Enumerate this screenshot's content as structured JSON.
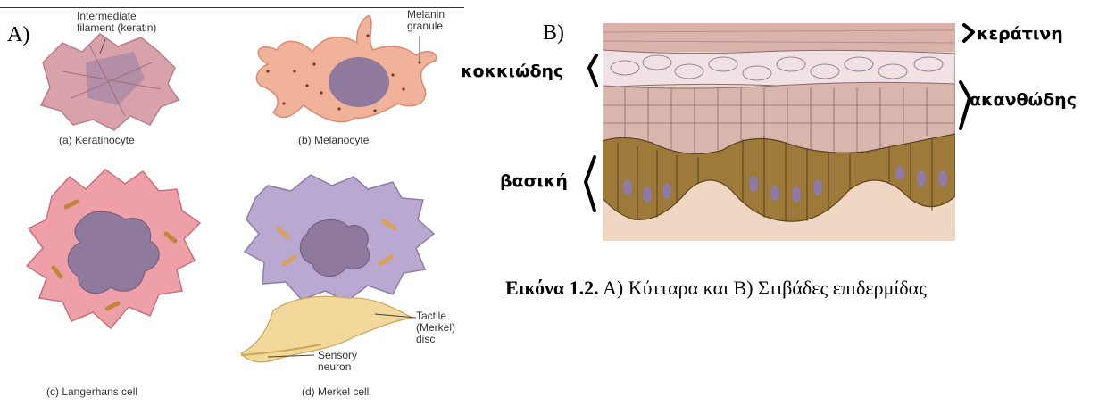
{
  "panel_a": {
    "letter": "A)",
    "annotations": {
      "intermediate_filament": "Intermediate filament (keratin)",
      "melanin_granule": "Melanin granule",
      "tactile_disc": "Tactile (Merkel) disc",
      "sensory_neuron": "Sensory neuron"
    },
    "cells": [
      {
        "label": "(a) Keratinocyte"
      },
      {
        "label": "(b) Melanocyte"
      },
      {
        "label": "(c) Langerhans cell"
      },
      {
        "label": "(d) Merkel cell"
      }
    ]
  },
  "panel_b": {
    "letter": "B)",
    "layers": {
      "keratin": "κεράτινη",
      "granular": "κοκκιώδης",
      "spinous": "ακανθώδης",
      "basal": "βασική"
    }
  },
  "caption": {
    "prefix": "Εικόνα 1.2.",
    "text": " Α) Κύτταρα και Β) Στιβάδες επιδερμίδας"
  },
  "colors": {
    "keratinocyte": "#d9a2ab",
    "melanocyte": "#f1b29a",
    "langerhans": "#ee9fa8",
    "merkel": "#b9a8d0",
    "nucleus": "#8f7a9e",
    "neuron": "#f2d89a",
    "stratum_corneum": "#d8b2ab",
    "basal": "#9d7a3a"
  }
}
